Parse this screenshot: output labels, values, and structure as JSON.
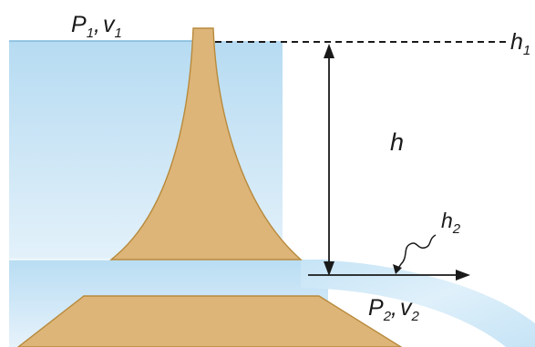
{
  "labels": {
    "p1": "P",
    "p1_sub": "1",
    "v1": "v",
    "v1_sub": "1",
    "h1": "h",
    "h1_sub": "1",
    "h": "h",
    "h2": "h",
    "h2_sub": "2",
    "p2": "P",
    "p2_sub": "2",
    "v2": "v",
    "v2_sub": "2",
    "comma": ","
  },
  "colors": {
    "water_top": "#a9d4ef",
    "water_bottom": "#d9ecf8",
    "dam": "#ddb578",
    "dam_edge": "#b88a3c",
    "ink": "#1a1a1a"
  }
}
